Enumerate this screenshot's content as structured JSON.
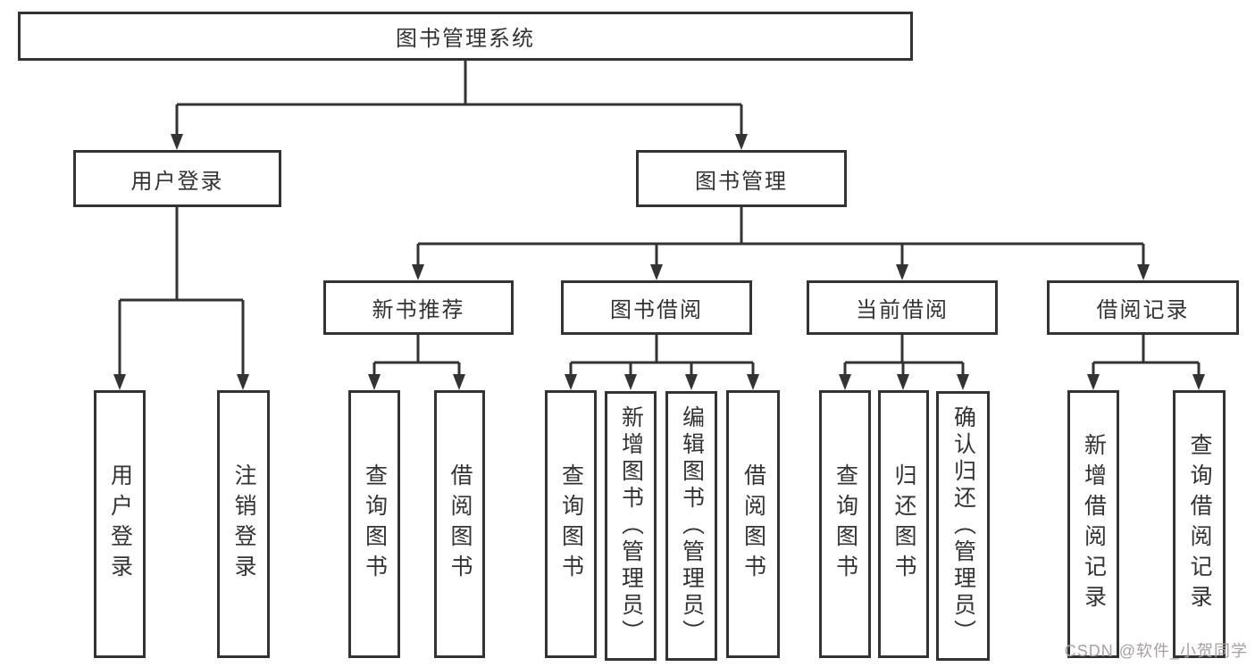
{
  "diagram": {
    "title": "图书管理系统",
    "root": {
      "label": "图书管理系统"
    },
    "level2": [
      {
        "label": "用户登录"
      },
      {
        "label": "图书管理"
      }
    ],
    "level3": [
      {
        "label": "新书推荐"
      },
      {
        "label": "图书借阅"
      },
      {
        "label": "当前借阅"
      },
      {
        "label": "借阅记录"
      }
    ],
    "leaves": {
      "user_login": [
        {
          "label": "用户登录"
        },
        {
          "label": "注销登录"
        }
      ],
      "new_book": [
        {
          "label": "查询图书"
        },
        {
          "label": "借阅图书"
        }
      ],
      "book_borrow": [
        {
          "label": "查询图书"
        },
        {
          "label": "新增图书（管理员）"
        },
        {
          "label": "编辑图书（管理员）"
        },
        {
          "label": "借阅图书"
        }
      ],
      "current_borrow": [
        {
          "label": "查询图书"
        },
        {
          "label": "归还图书"
        },
        {
          "label": "确认归还（管理员）"
        }
      ],
      "borrow_record": [
        {
          "label": "新增借阅记录"
        },
        {
          "label": "查询借阅记录"
        }
      ]
    }
  },
  "watermark": {
    "text": "CSDN @软件_小贺同学",
    "color": "#a8a0a0"
  },
  "colors": {
    "border": "#333333",
    "line": "#333333",
    "text": "#333333",
    "background": "#ffffff"
  }
}
